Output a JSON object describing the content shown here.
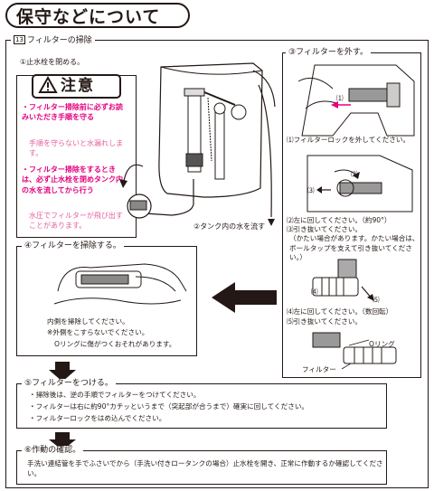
{
  "page_title": "保守などについて",
  "section13": {
    "number": "13",
    "title": "フィルターの掃除",
    "step1": "①止水栓を閉める。",
    "step2_label": "②タンク内の水を流す",
    "caution": {
      "title": "注意",
      "item1": "・フィルター掃除前に必ずお読みいただき手順を守る",
      "note1": "手順を守らないと水漏れします。",
      "item2": "・フィルター掃除をするときは、必ず止水栓を閉めタンク内の水を流してから行う",
      "note2": "水圧でフィルターが飛び出すことがあります。"
    },
    "step3": {
      "title": "③フィルターを外す。",
      "sub1": "⑴フィルターロックを外してください。",
      "callout_1": "⑴",
      "callout_2": "⑵",
      "callout_3": "⑶",
      "sub2": "⑵左に回してください。（約90°）",
      "sub3": "⑶引き抜いてください。",
      "sub3_note": "（かたい場合があります。かたい場合は、ボールタップを支えて引き抜いてください。）",
      "callout_4": "⑷",
      "callout_5": "⑸",
      "sub4": "⑷左に回してください。（数回転）",
      "sub5": "⑸引き抜いてください。",
      "label_oring": "Oリング",
      "label_filter": "フィルター"
    },
    "step4": {
      "title": "④フィルターを掃除する。",
      "line1": "内側を掃除してください。",
      "line2": "※外側をこすらないでください。",
      "line3": "Oリングに傷がつくおそれがあります。"
    },
    "step5": {
      "title": "⑤フィルターをつける。",
      "line1": "・掃除後は、逆の手順でフィルターをつけてください。",
      "line2": "・フィルターは右に約90°カチッというまで（突起部が合うまで）確実に回してください。",
      "line3": "・フィルターロックをはめ込んでください。"
    },
    "step6": {
      "title": "⑥作動の確認。",
      "text": "手洗い連結管を手でふさいでから（手洗い付きロータンクの場合）止水栓を開き、正常に作動するか確認してください。"
    }
  },
  "colors": {
    "accent": "#e4007f",
    "accent_soft": "#e4609f",
    "ink": "#231815"
  },
  "icons": [
    "warning-icon",
    "down-arrow-icon",
    "left-arrow-icon"
  ]
}
